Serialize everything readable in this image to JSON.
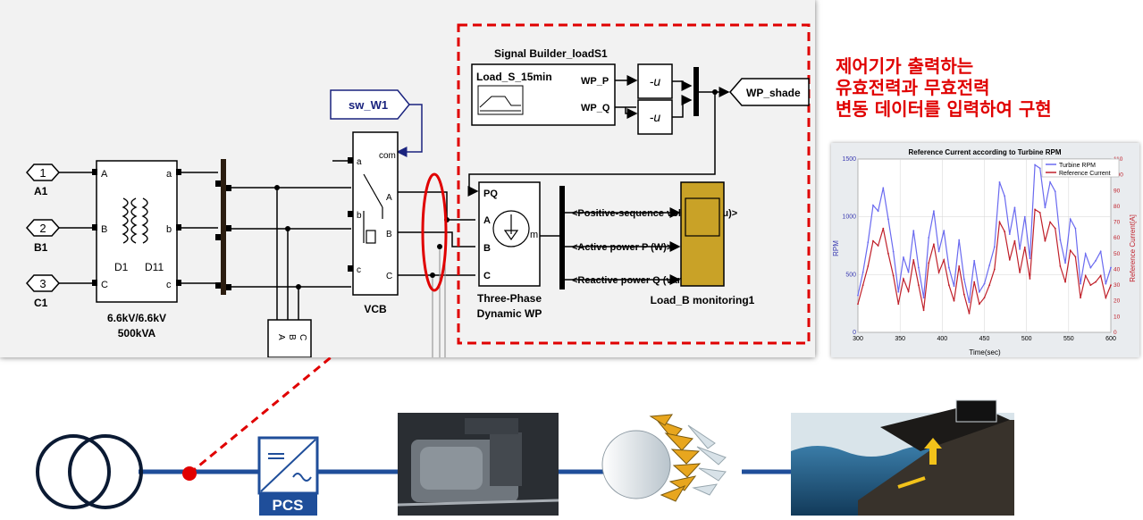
{
  "simulink": {
    "ports": [
      {
        "num": "1",
        "label": "A1"
      },
      {
        "num": "2",
        "label": "B1"
      },
      {
        "num": "3",
        "label": "C1"
      }
    ],
    "transformer": {
      "port_a": "A",
      "port_b": "B",
      "port_c": "C",
      "out_a": "a",
      "out_b": "b",
      "out_c": "c",
      "winding1": "D1",
      "winding2": "D11",
      "rating": "6.6kV/6.6kV",
      "power": "500kVA"
    },
    "meter_labels": [
      "A",
      "B",
      "C"
    ],
    "switch": {
      "label": "VCB",
      "com": "com",
      "in_a": "a",
      "in_b": "b",
      "in_c": "c",
      "out_a": "A",
      "out_b": "B",
      "out_c": "C"
    },
    "goto_tag": "sw_W1",
    "signal_builder": {
      "title": "Signal Builder_loadS1",
      "inner": "Load_S_15min",
      "out1": "WP_P",
      "out2": "WP_Q"
    },
    "gain1": "-u",
    "gain2": "-u",
    "goto_shade": "WP_shade",
    "dynamic_load": {
      "pq": "PQ",
      "a": "A",
      "b": "B",
      "c": "C",
      "m": "m",
      "name_line1": "Three-Phase",
      "name_line2": "Dynamic WP"
    },
    "bus_signals": [
      "<Positive-sequence voltage V (pu)>",
      "<Active power P (W)>",
      "<Reactive power Q (var)>"
    ],
    "scope_name": "Load_B monitoring1"
  },
  "note": {
    "lines": [
      "제어기가 출력하는",
      "유효전력과 무효전력",
      "변동 데이터를 입력하여 구현"
    ],
    "color": "#e00000"
  },
  "chart_data": {
    "type": "line",
    "title": "Reference Current according to Turbine RPM",
    "xlabel": "Time(sec)",
    "ylabel": "RPM",
    "y2label": "Reference Current[A]",
    "xlim": [
      300,
      600
    ],
    "ylim": [
      0,
      1500
    ],
    "y2lim": [
      0,
      110
    ],
    "xticks": [
      300,
      350,
      400,
      450,
      500,
      550,
      600
    ],
    "yticks": [
      0,
      500,
      1000,
      1500
    ],
    "y2ticks": [
      0,
      10,
      20,
      30,
      40,
      50,
      60,
      70,
      80,
      90,
      100,
      110
    ],
    "grid": true,
    "legend_position": "top-right",
    "series": [
      {
        "name": "Turbine RPM",
        "color": "#6a6af0",
        "axis": "left",
        "x": [
          300,
          306,
          312,
          318,
          324,
          330,
          336,
          342,
          348,
          354,
          360,
          366,
          372,
          378,
          384,
          390,
          396,
          402,
          408,
          414,
          420,
          426,
          432,
          438,
          444,
          450,
          456,
          462,
          468,
          474,
          480,
          486,
          492,
          498,
          504,
          510,
          516,
          522,
          528,
          534,
          540,
          546,
          552,
          558,
          564,
          570,
          576,
          582,
          588,
          594,
          600
        ],
        "y": [
          320,
          520,
          780,
          1100,
          1050,
          1250,
          980,
          700,
          350,
          650,
          520,
          880,
          560,
          300,
          820,
          1050,
          700,
          880,
          560,
          400,
          800,
          460,
          260,
          620,
          350,
          420,
          580,
          740,
          1300,
          1180,
          850,
          1080,
          720,
          1000,
          640,
          1450,
          1420,
          1080,
          1300,
          1220,
          800,
          600,
          980,
          900,
          420,
          680,
          560,
          620,
          700,
          420,
          560
        ]
      },
      {
        "name": "Reference Current",
        "color": "#c0202a",
        "axis": "right",
        "x": [
          300,
          306,
          312,
          318,
          324,
          330,
          336,
          342,
          348,
          354,
          360,
          366,
          372,
          378,
          384,
          390,
          396,
          402,
          408,
          414,
          420,
          426,
          432,
          438,
          444,
          450,
          456,
          462,
          468,
          474,
          480,
          486,
          492,
          498,
          504,
          510,
          516,
          522,
          528,
          534,
          540,
          546,
          552,
          558,
          564,
          570,
          576,
          582,
          588,
          594,
          600
        ],
        "y": [
          18,
          30,
          42,
          58,
          55,
          66,
          50,
          36,
          18,
          34,
          26,
          46,
          30,
          14,
          44,
          56,
          38,
          46,
          30,
          20,
          42,
          24,
          12,
          32,
          18,
          22,
          30,
          40,
          70,
          64,
          46,
          58,
          38,
          54,
          34,
          78,
          76,
          58,
          70,
          66,
          42,
          32,
          52,
          48,
          22,
          36,
          30,
          32,
          36,
          22,
          30
        ]
      }
    ]
  },
  "bottom": {
    "pcs_label": "PCS",
    "line_color": "#1f4e9a",
    "dash_color": "#e00000"
  }
}
